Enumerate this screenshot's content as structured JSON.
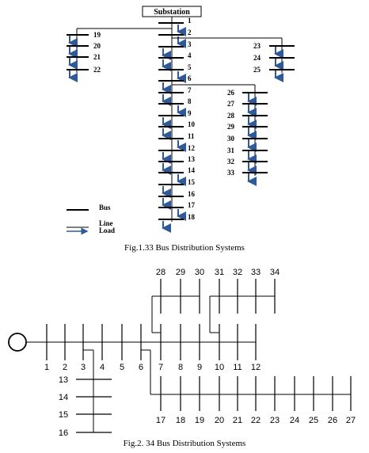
{
  "fig1": {
    "title_box": "Substation",
    "caption": "Fig.1.33 Bus Distribution Systems",
    "main_buses": [
      "1",
      "2",
      "3",
      "4",
      "5",
      "6",
      "7",
      "8",
      "9",
      "10",
      "11",
      "12",
      "13",
      "14",
      "15",
      "16",
      "17",
      "18"
    ],
    "left_branch": [
      "19",
      "20",
      "21",
      "22"
    ],
    "right_upper": [
      "23",
      "24",
      "25"
    ],
    "right_lower": [
      "26",
      "27",
      "28",
      "29",
      "30",
      "31",
      "32",
      "33"
    ],
    "legend": {
      "bus": "Bus",
      "line": "Line",
      "load": "Load"
    },
    "colors": {
      "load_arrow": "#2e5a99",
      "line": "#000000"
    }
  },
  "fig2": {
    "caption": "Fig.2. 34 Bus Distribution Systems",
    "top_labels": [
      "28",
      "29",
      "30",
      "31",
      "32",
      "33",
      "34"
    ],
    "main_labels": [
      "1",
      "2",
      "3",
      "4",
      "5",
      "6",
      "7",
      "8",
      "9",
      "10",
      "11",
      "12"
    ],
    "side_labels": [
      "13",
      "14",
      "15",
      "16"
    ],
    "bottom_labels": [
      "17",
      "18",
      "19",
      "20",
      "21",
      "22",
      "23",
      "24",
      "25",
      "26",
      "27"
    ]
  }
}
